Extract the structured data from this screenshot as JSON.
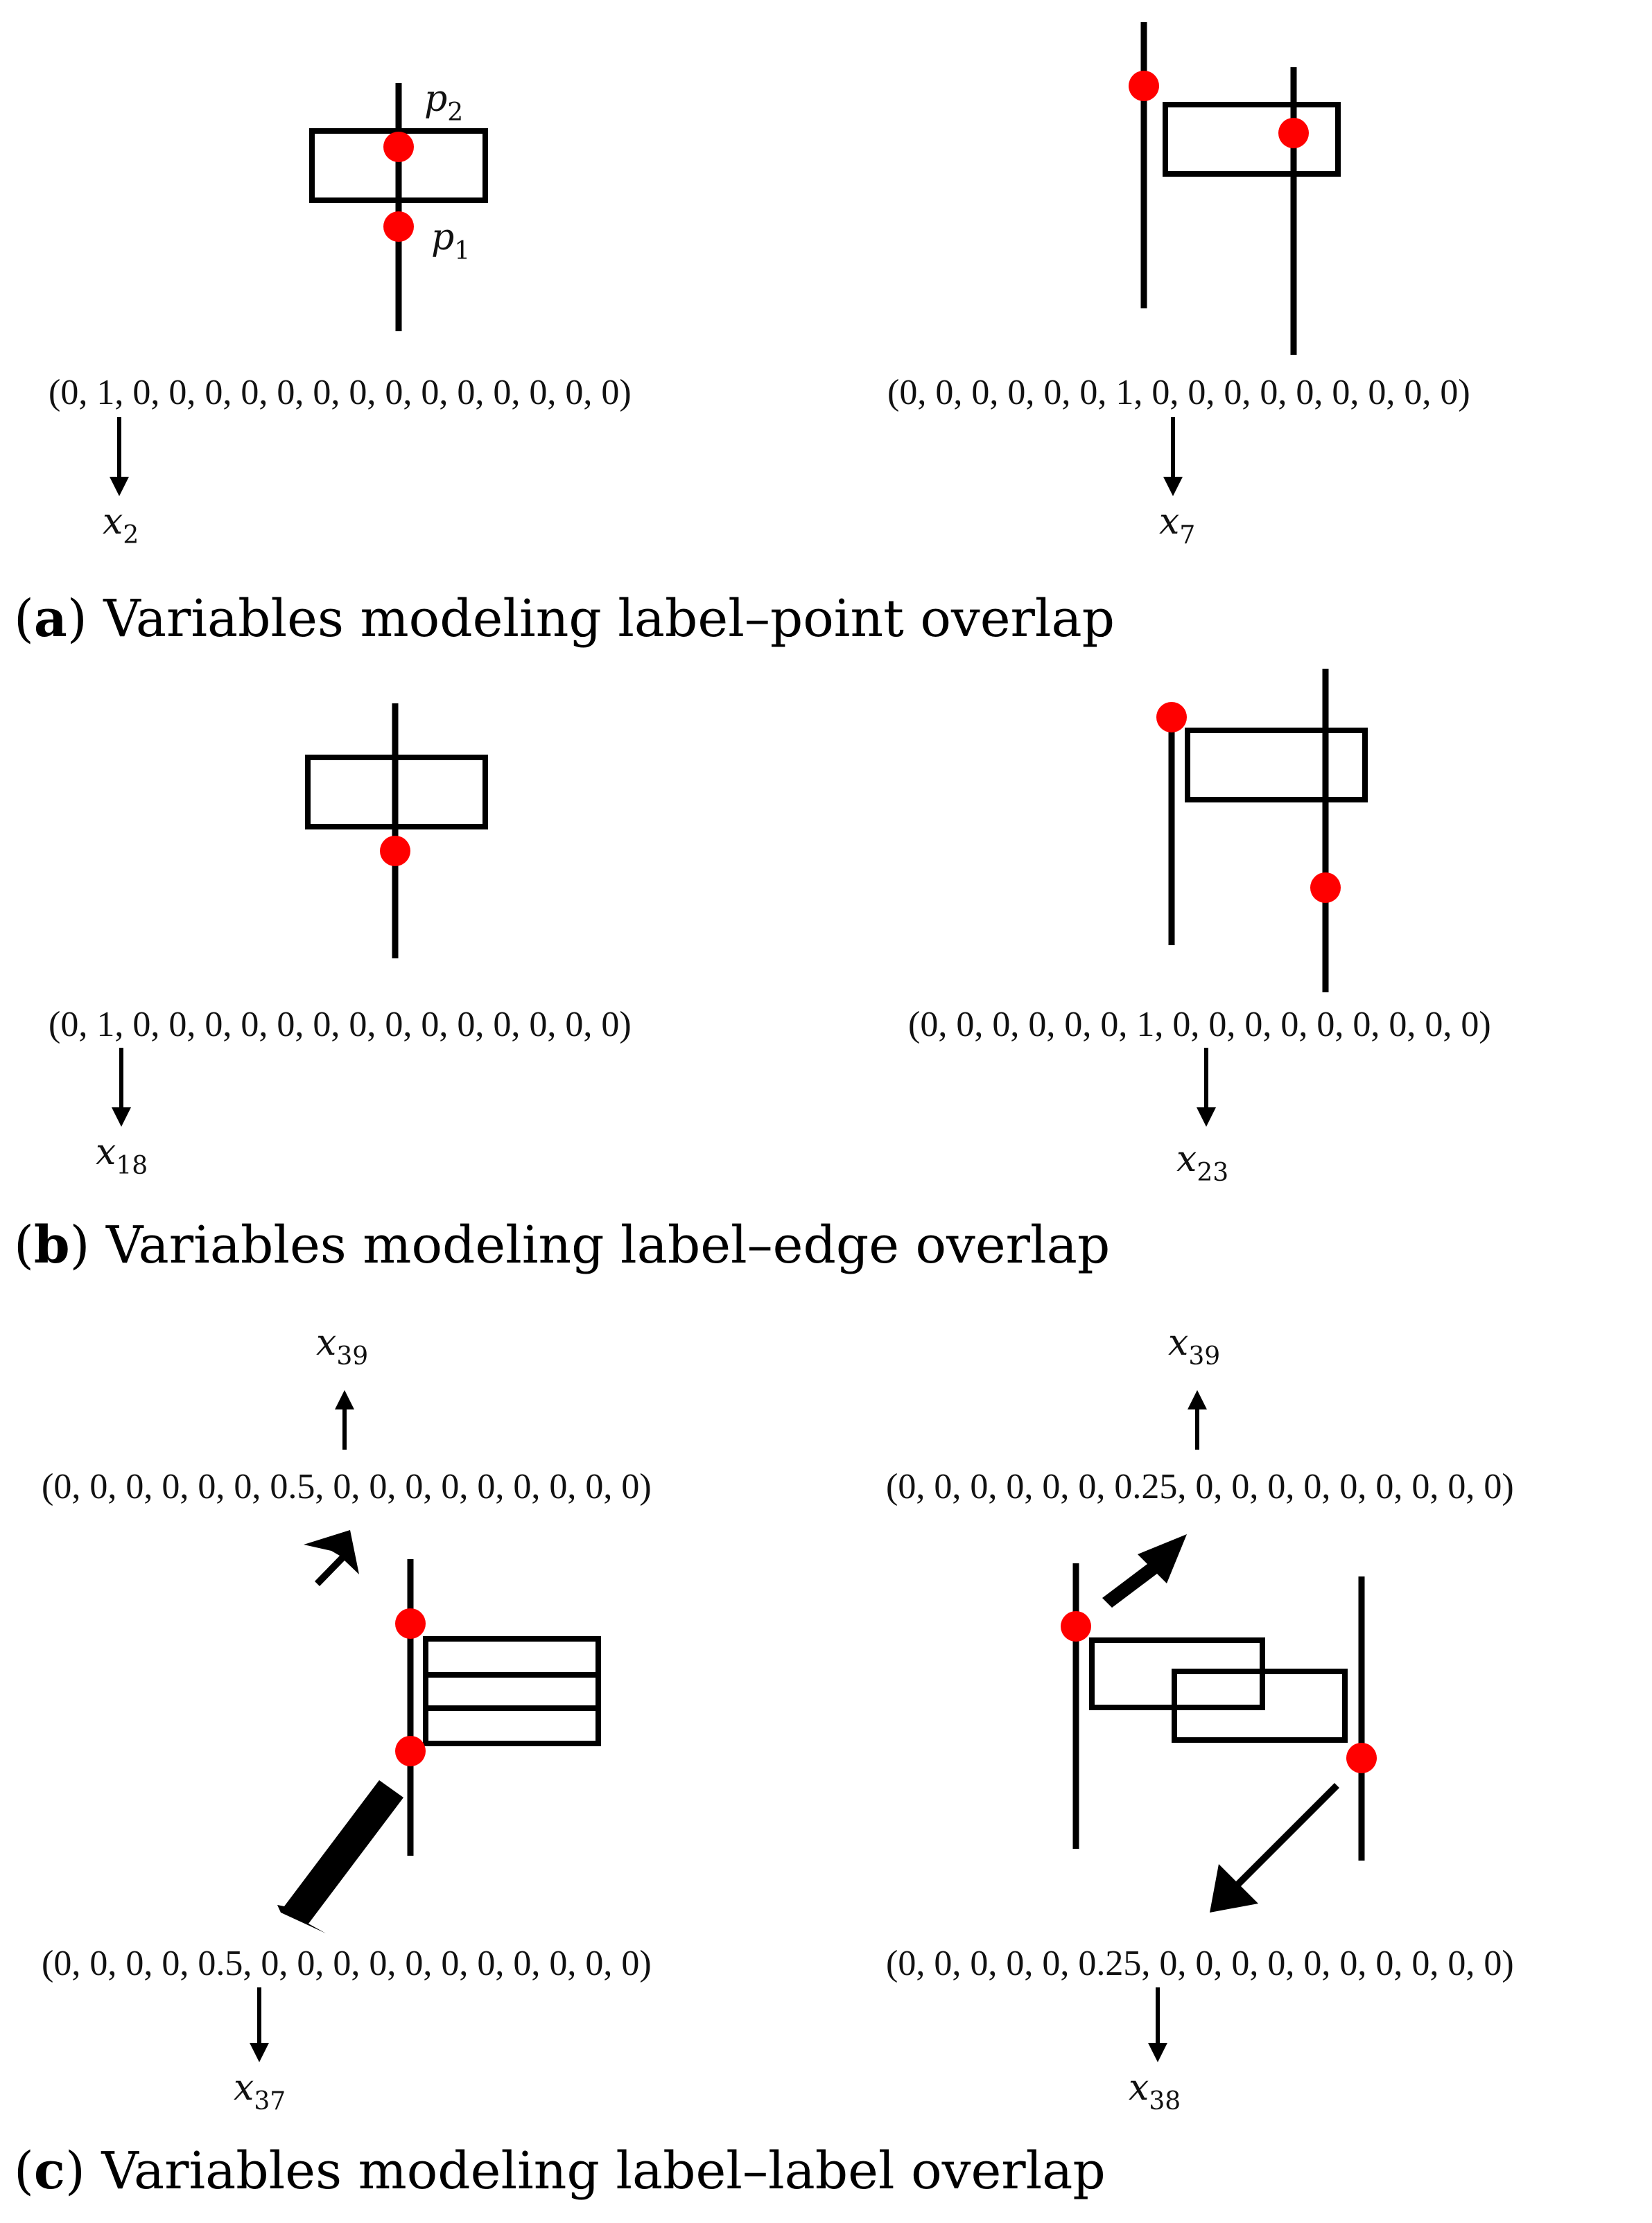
{
  "panel_a": {
    "caption_letter": "a",
    "caption_text": ") Variables modeling label–point overlap",
    "left": {
      "label_p2": "p",
      "label_p2_sub": "2",
      "label_p1": "p",
      "label_p1_sub": "1",
      "vector": "(0, 1, 0, 0, 0, 0, 0, 0, 0, 0, 0, 0, 0, 0, 0, 0)",
      "variable": "x",
      "variable_sub": "2"
    },
    "right": {
      "vector": "(0, 0, 0, 0, 0, 0, 1, 0, 0, 0, 0, 0, 0, 0, 0, 0)",
      "variable": "x",
      "variable_sub": "7"
    }
  },
  "panel_b": {
    "caption_letter": "b",
    "caption_text": ") Variables modeling label–edge overlap",
    "left": {
      "vector": "(0, 1, 0, 0, 0, 0, 0, 0, 0, 0, 0, 0, 0, 0, 0, 0)",
      "variable": "x",
      "variable_sub": "18"
    },
    "right": {
      "vector": "(0, 0, 0, 0, 0, 0, 1, 0, 0, 0, 0, 0, 0, 0, 0, 0)",
      "variable": "x",
      "variable_sub": "23"
    }
  },
  "panel_c": {
    "caption_letter": "c",
    "caption_text": ") Variables modeling label–label overlap",
    "left": {
      "top_variable": "x",
      "top_variable_sub": "39",
      "top_vector": "(0, 0, 0, 0, 0, 0, 0.5, 0, 0, 0, 0, 0, 0, 0, 0, 0)",
      "bottom_vector": "(0, 0, 0, 0, 0.5, 0, 0, 0, 0, 0, 0, 0, 0, 0, 0, 0)",
      "bottom_variable": "x",
      "bottom_variable_sub": "37"
    },
    "right": {
      "top_variable": "x",
      "top_variable_sub": "39",
      "top_vector": "(0, 0, 0, 0, 0, 0, 0.25, 0, 0, 0, 0, 0, 0, 0, 0, 0)",
      "bottom_vector": "(0, 0, 0, 0, 0, 0.25, 0, 0, 0, 0, 0, 0, 0, 0, 0, 0)",
      "bottom_variable": "x",
      "bottom_variable_sub": "38"
    }
  },
  "colors": {
    "point": "#ff0000",
    "stroke": "#000000"
  }
}
